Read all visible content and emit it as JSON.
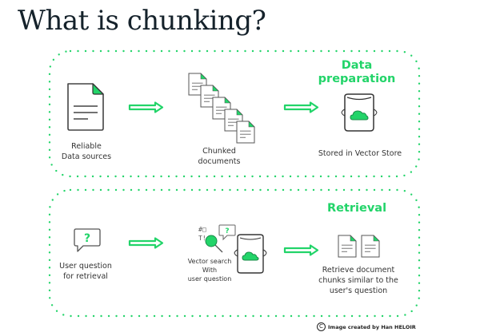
{
  "title": "What is chunking?",
  "colors": {
    "accent": "#22d469",
    "text": "#15222b",
    "icon_stroke": "#555555"
  },
  "sections": {
    "data_preparation": {
      "title_line1": "Data",
      "title_line2": "preparation",
      "steps": [
        {
          "icon": "document-icon",
          "label_line1": "Reliable",
          "label_line2": "Data sources"
        },
        {
          "icon": "chunked-documents-icon",
          "label_line1": "Chunked",
          "label_line2": "documents"
        },
        {
          "icon": "vector-store-icon",
          "label_line1": "Stored in Vector Store"
        }
      ]
    },
    "retrieval": {
      "title": "Retrieval",
      "steps": [
        {
          "icon": "question-bubble-icon",
          "label_line1": "User question",
          "label_line2": "for retrieval"
        },
        {
          "icon": "vector-search-icon",
          "label_line1": "Vector search",
          "label_line2": "With",
          "label_line3": "user question"
        },
        {
          "icon": "retrieved-documents-icon",
          "label_line1": "Retrieve document",
          "label_line2": "chunks similar to the",
          "label_line3": "user's question"
        }
      ]
    }
  },
  "icon_glyphs": {
    "question_mark": "?",
    "search_symbols_top": "#□",
    "search_symbols_bottom": "T!"
  },
  "credit": {
    "symbol": "C",
    "text": "Image created by Han HELOIR"
  }
}
